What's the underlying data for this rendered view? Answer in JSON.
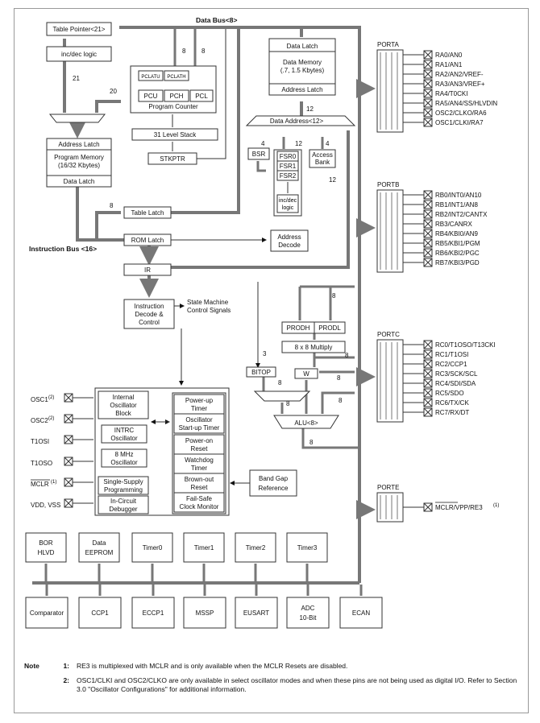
{
  "diagram": {
    "data_bus": "Data Bus<8>",
    "instruction_bus": "Instruction Bus <16>",
    "table_pointer": "Table Pointer<21>",
    "inc_dec_logic": "inc/dec logic",
    "pclatu": "PCLATU",
    "pclath": "PCLATH",
    "pcu": "PCU",
    "pch": "PCH",
    "pcl": "PCL",
    "program_counter": "Program Counter",
    "level_stack": "31 Level Stack",
    "stkptr": "STKPTR",
    "address_latch": "Address Latch",
    "program_memory_1": "Program Memory",
    "program_memory_2": "(16/32 Kbytes)",
    "data_latch": "Data Latch",
    "dm_data_latch": "Data Latch",
    "data_memory_1": "Data Memory",
    "data_memory_2": "(.7, 1.5 Kbytes)",
    "dm_address_latch": "Address Latch",
    "data_address": "Data Address<12>",
    "bsr": "BSR",
    "fsr0": "FSR0",
    "fsr1": "FSR1",
    "fsr2": "FSR2",
    "fsr_incdec_1": "inc/dec",
    "fsr_incdec_2": "logic",
    "access_bank_1": "Access",
    "access_bank_2": "Bank",
    "table_latch": "Table Latch",
    "rom_latch": "ROM Latch",
    "address_decode_1": "Address",
    "address_decode_2": "Decode",
    "ir": "IR",
    "instr_decode_1": "Instruction",
    "instr_decode_2": "Decode &",
    "instr_decode_3": "Control",
    "state_machine_1": "State Machine",
    "state_machine_2": "Control Signals",
    "prodh": "PRODH",
    "prodl": "PRODL",
    "multiply": "8 x 8 Multiply",
    "bitop": "BITOP",
    "w_reg": "W",
    "alu": "ALU<8>",
    "bus_widths": {
      "b8": "8",
      "b21": "21",
      "b20": "20",
      "b12": "12",
      "b4": "4",
      "b3": "3"
    },
    "osc_blocks": {
      "internal_osc_1": "Internal",
      "internal_osc_2": "Oscillator",
      "internal_osc_3": "Block",
      "intrc_1": "INTRC",
      "intrc_2": "Oscillator",
      "mhz_1": "8 MHz",
      "mhz_2": "Oscillator",
      "single_supply_1": "Single-Supply",
      "single_supply_2": "Programming",
      "icd_1": "In-Circuit",
      "icd_2": "Debugger",
      "powerup_1": "Power-up",
      "powerup_2": "Timer",
      "ost_1": "Oscillator",
      "ost_2": "Start-up Timer",
      "por_1": "Power-on",
      "por_2": "Reset",
      "wdt_1": "Watchdog",
      "wdt_2": "Timer",
      "bor_1": "Brown-out",
      "bor_2": "Reset",
      "fscm_1": "Fail-Safe",
      "fscm_2": "Clock Monitor"
    },
    "band_gap_1": "Band Gap",
    "band_gap_2": "Reference",
    "left_pins": {
      "osc1": "OSC1",
      "osc1_sup": "(2)",
      "osc2": "OSC2",
      "osc2_sup": "(2)",
      "t1osi": "T1OSI",
      "t1oso": "T1OSO",
      "mclr": "MCLR",
      "mclr_sup": "(1)",
      "vdd_vss": "VDD, VSS"
    },
    "ports": {
      "porta": {
        "name": "PORTA",
        "pins": [
          "RA0/AN0",
          "RA1/AN1",
          "RA2/AN2/VREF-",
          "RA3/AN3/VREF+",
          "RA4/T0CKI",
          "RA5/AN4/SS/HLVDIN",
          "OSC2/CLKO/RA6",
          "OSC1/CLKI/RA7"
        ]
      },
      "portb": {
        "name": "PORTB",
        "pins": [
          "RB0/INT0/AN10",
          "RB1/INT1/AN8",
          "RB2/INT2/CANTX",
          "RB3/CANRX",
          "RB4/KBI0/AN9",
          "RB5/KBI1/PGM",
          "RB6/KBI2/PGC",
          "RB7/KBI3/PGD"
        ]
      },
      "portc": {
        "name": "PORTC",
        "pins": [
          "RC0/T1OSO/T13CKI",
          "RC1/T1OSI",
          "RC2/CCP1",
          "RC3/SCK/SCL",
          "RC4/SDI/SDA",
          "RC5/SDO",
          "RC6/TX/CK",
          "RC7/RX/DT"
        ]
      },
      "porte": {
        "name": "PORTE",
        "pins": [
          "MCLR/VPP/RE3"
        ],
        "pin_sup": "(1)"
      }
    },
    "peripherals_top": [
      {
        "l1": "BOR",
        "l2": "HLVD"
      },
      {
        "l1": "Data",
        "l2": "EEPROM"
      },
      {
        "l1": "Timer0",
        "l2": ""
      },
      {
        "l1": "Timer1",
        "l2": ""
      },
      {
        "l1": "Timer2",
        "l2": ""
      },
      {
        "l1": "Timer3",
        "l2": ""
      }
    ],
    "peripherals_bottom": [
      {
        "l1": "Comparator",
        "l2": ""
      },
      {
        "l1": "CCP1",
        "l2": ""
      },
      {
        "l1": "ECCP1",
        "l2": ""
      },
      {
        "l1": "MSSP",
        "l2": ""
      },
      {
        "l1": "EUSART",
        "l2": ""
      },
      {
        "l1": "ADC",
        "l2": "10-Bit"
      },
      {
        "l1": "ECAN",
        "l2": ""
      }
    ]
  },
  "notes": {
    "label": "Note",
    "items": [
      {
        "num": "1:",
        "text": "RE3 is multiplexed with MCLR and is only available when the MCLR Resets are disabled."
      },
      {
        "num": "2:",
        "text": "OSC1/CLKI and OSC2/CLKO are only available in select oscillator modes and when these pins are not being used as digital I/O. Refer to Section 3.0 \"Oscillator Configurations\" for additional information."
      }
    ]
  }
}
